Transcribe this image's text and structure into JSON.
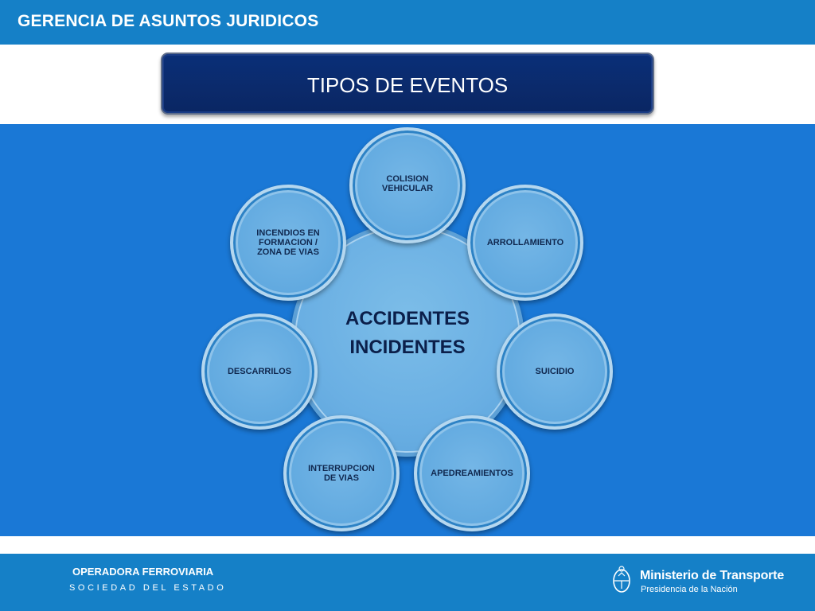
{
  "header": {
    "title": "GERENCIA DE ASUNTOS JURIDICOS"
  },
  "title_box": {
    "text": "TIPOS DE EVENTOS"
  },
  "diagram": {
    "center": {
      "line1": "ACCIDENTES",
      "line2": "INCIDENTES"
    },
    "nodes": [
      {
        "line1": "COLISION",
        "line2": "VEHICULAR",
        "line3": ""
      },
      {
        "line1": "ARROLLAMIENTO",
        "line2": "",
        "line3": ""
      },
      {
        "line1": "SUICIDIO",
        "line2": "",
        "line3": ""
      },
      {
        "line1": "APEDREAMIENTOS",
        "line2": "",
        "line3": ""
      },
      {
        "line1": "INTERRUPCION",
        "line2": "DE VIAS",
        "line3": ""
      },
      {
        "line1": "DESCARRILOS",
        "line2": "",
        "line3": ""
      },
      {
        "line1": "INCENDIOS EN",
        "line2": "FORMACION /",
        "line3": "ZONA DE VIAS"
      }
    ],
    "colors": {
      "panel": "#1a78d6",
      "header": "#1580c7",
      "title_box": "#0a2f78"
    }
  },
  "footer": {
    "org": "OPERADORA FERROVIARIA",
    "sub": "SOCIEDAD DEL ESTADO",
    "ministry": "Ministerio de Transporte",
    "presidency": "Presidencia de la Nación",
    "seal_icon": "argentina-coat-of-arms-icon"
  }
}
